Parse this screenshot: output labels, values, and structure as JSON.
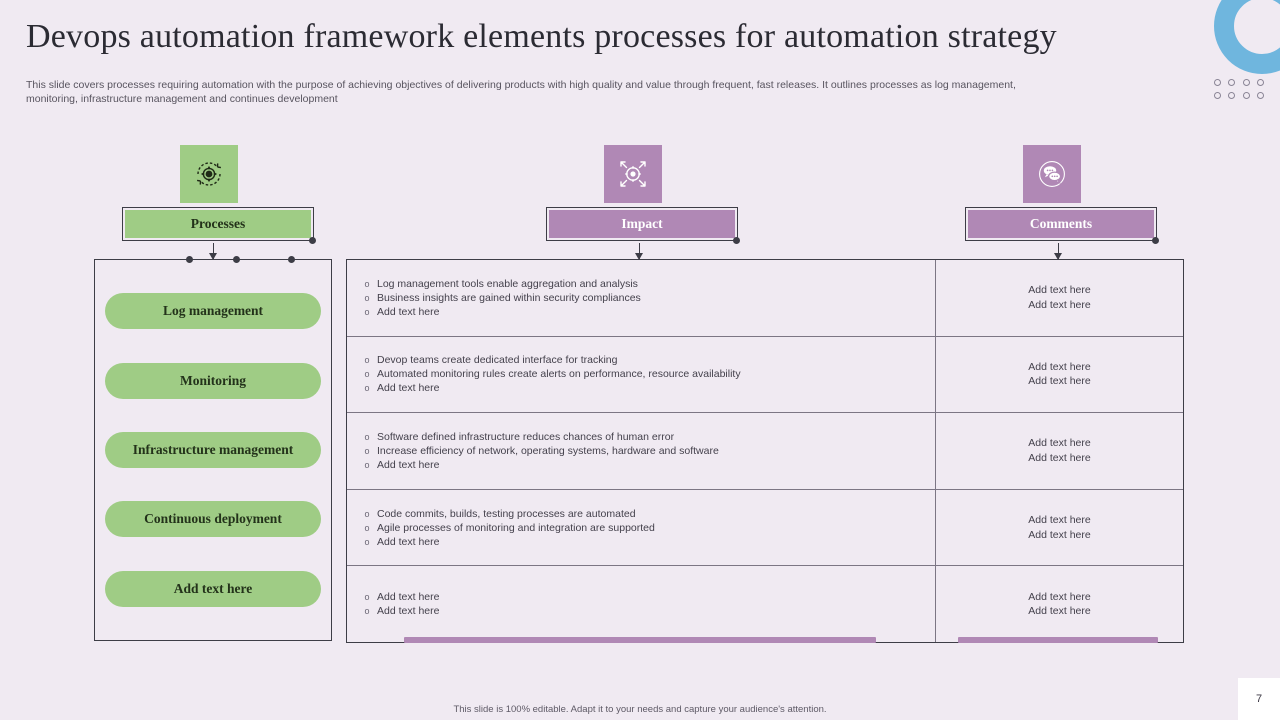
{
  "slide": {
    "title": "Devops automation framework elements processes for automation strategy",
    "subtitle": "This slide covers processes requiring automation with the purpose of achieving objectives of delivering products with high quality and value through frequent, fast releases. It outlines processes as log management, monitoring, infrastructure management and continues development",
    "footer_note": "This slide is 100% editable. Adapt it to your needs and capture your audience's attention.",
    "page_number": "7"
  },
  "colors": {
    "background": "#F0EAF2",
    "green": "#9FCC85",
    "purple": "#B088B5",
    "ring_blue": "#6FB6DE",
    "line": "#3D3D46"
  },
  "columns": [
    {
      "label": "Processes",
      "icon": "gear-cycle-icon",
      "theme": "green"
    },
    {
      "label": "Impact",
      "icon": "converging-arrows-gear-icon",
      "theme": "purple"
    },
    {
      "label": "Comments",
      "icon": "speech-bubbles-icon",
      "theme": "purple"
    }
  ],
  "processes": [
    {
      "label": "Log management"
    },
    {
      "label": "Monitoring"
    },
    {
      "label": "Infrastructure management"
    },
    {
      "label": "Continuous deployment"
    },
    {
      "label": "Add text here"
    }
  ],
  "rows": [
    {
      "impact": [
        "Log management tools enable aggregation and analysis",
        "Business insights are gained within security compliances",
        "Add text here"
      ],
      "comments": [
        "Add text here",
        "Add text here"
      ]
    },
    {
      "impact": [
        "Devop teams create dedicated interface for tracking",
        "Automated monitoring rules create alerts on performance, resource availability",
        "Add text here"
      ],
      "comments": [
        "Add text here",
        "Add text here"
      ]
    },
    {
      "impact": [
        "Software defined infrastructure reduces chances of human error",
        "Increase efficiency of network, operating systems, hardware and software",
        "Add text here"
      ],
      "comments": [
        "Add text here",
        "Add text here"
      ]
    },
    {
      "impact": [
        "Code commits, builds, testing processes are automated",
        "Agile processes of monitoring and integration are supported",
        "Add text here"
      ],
      "comments": [
        "Add text here",
        "Add text here"
      ]
    },
    {
      "impact": [
        "Add text here",
        "Add text here"
      ],
      "comments": [
        "Add text here",
        "Add text here"
      ]
    }
  ],
  "bullet_marker": "o"
}
